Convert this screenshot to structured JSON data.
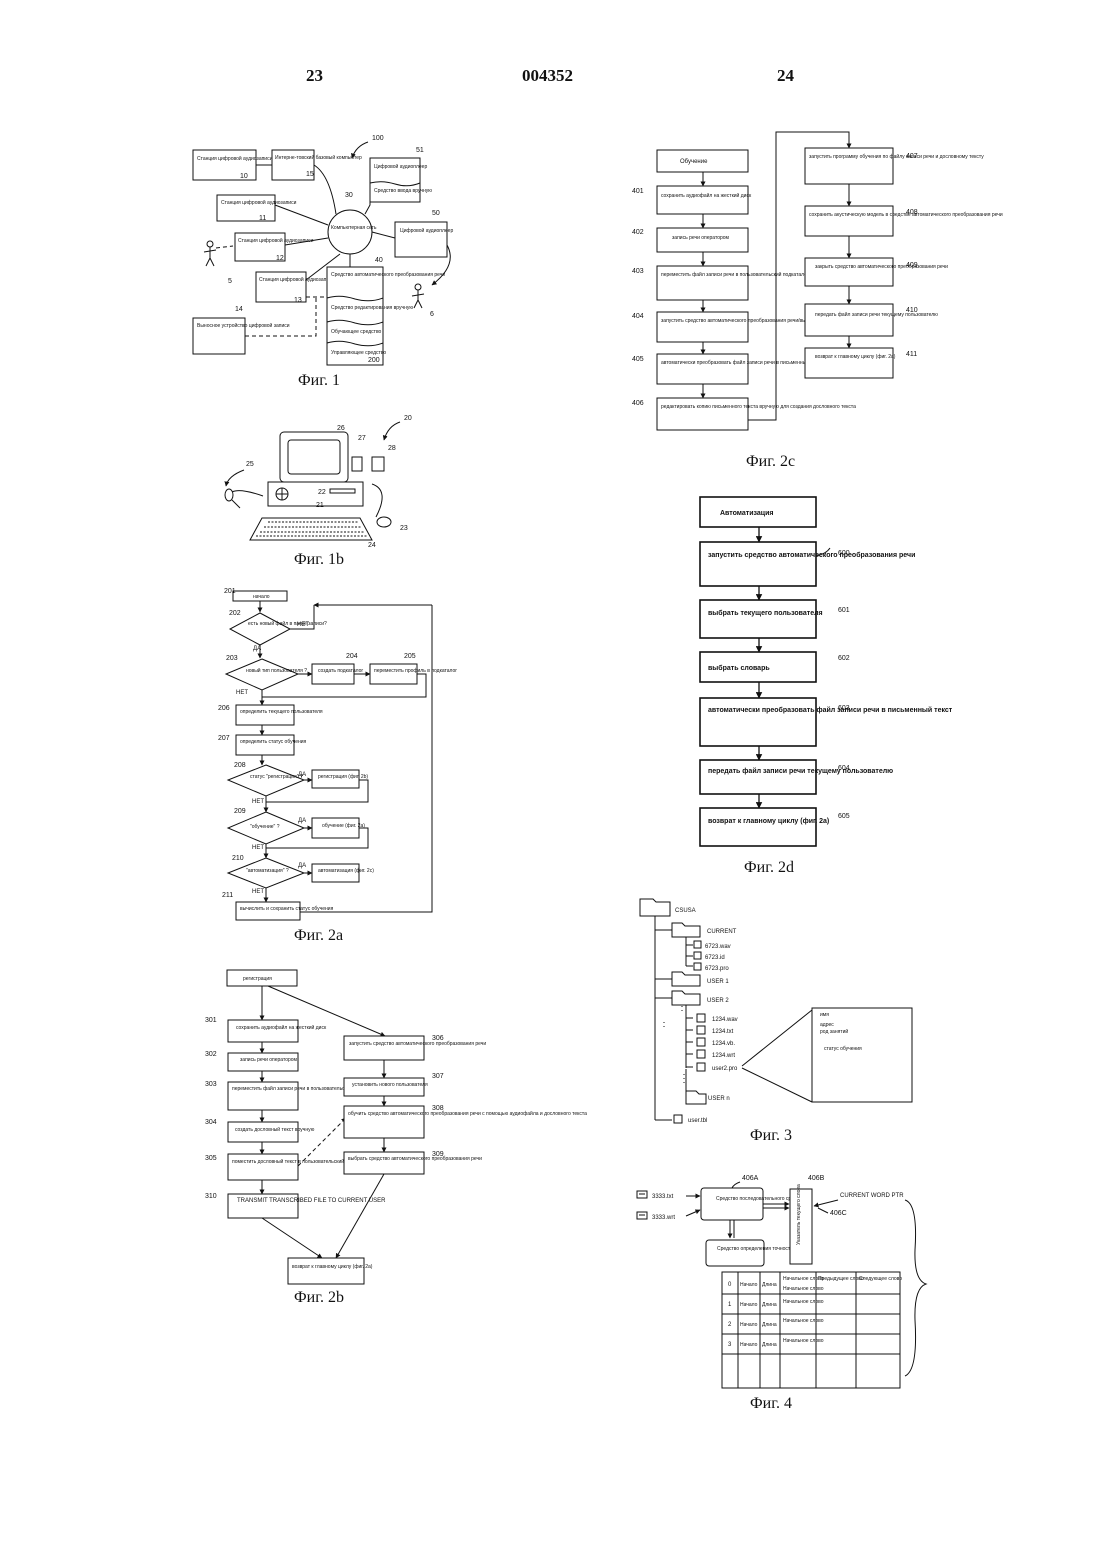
{
  "header": {
    "left_page": "23",
    "doc_number": "004352",
    "right_page": "24"
  },
  "fig1": {
    "caption": "Фиг. 1",
    "ref_main": "100",
    "station10": "Станция цифровой аудиозаписи",
    "n10": "10",
    "internet": "Интерне-товский базовый компьютер",
    "n15": "15",
    "station11": "Станция цифровой аудиозаписи",
    "n11": "11",
    "station12": "Станция цифровой аудиозаписи",
    "n12": "12",
    "station13": "Станция цифровой аудиозаписи",
    "n13": "13",
    "network": "Компьютерная сеть",
    "n30": "30",
    "player51": "Цифровой аудиоплеер",
    "n51": "51",
    "manual_input": "Средство ввода вручную",
    "player50": "Цифровой аудиоплеер",
    "n50": "50",
    "n5": "5",
    "n6": "6",
    "n14": "14",
    "n40": "40",
    "n200": "200",
    "portable": "Выносное устройство цифровой записи",
    "asr": "Средство автоматического преобразования речи",
    "editing": "Средство редактирования вручную",
    "training": "Обучающее средство",
    "control": "Управляющее средство"
  },
  "fig1b": {
    "caption": "Фиг. 1b",
    "n20": "20",
    "n21": "21",
    "n22": "22",
    "n23": "23",
    "n24": "24",
    "n25": "25",
    "n26": "26",
    "n27": "27",
    "n28": "28"
  },
  "fig2a": {
    "caption": "Фиг. 2a",
    "start": "начало",
    "n201": "201",
    "q202": "есть новый файл в папке записи?",
    "n202": "202",
    "q203": "новый тип пользователя ?",
    "n203": "203",
    "b204": "создать подкаталог",
    "n204": "204",
    "b205": "переместить профиль в подкаталог",
    "n205": "205",
    "b206": "определить текущего пользователя",
    "n206": "206",
    "b207": "определить статус обучения",
    "n207": "207",
    "q208": "статус \"регистрация\" ?",
    "n208": "208",
    "r208": "регистрация (фиг. 2b)",
    "q209": "\"обучение\" ?",
    "n209": "209",
    "r209": "обучение (фиг. 2a)",
    "q210": "\"автоматизация\" ?",
    "n210": "210",
    "r210": "автоматизация (фиг. 2c)",
    "b211": "вычислить и сохранить статус обучения",
    "n211": "211",
    "yes": "ДА",
    "no": "НЕТ"
  },
  "fig2b": {
    "caption": "Фиг. 2b",
    "start": "регистрация",
    "b301": "сохранить аудиофайл на жесткий диск",
    "n301": "301",
    "b302": "запись речи оператором",
    "n302": "302",
    "b303": "переместить файл записи речи в пользовательский подкаталог",
    "n303": "303",
    "b304": "создать дословный текст вручную",
    "n304": "304",
    "b305": "поместить дословный текст в пользовательский подкаталог",
    "n305": "305",
    "b310": "TRANSMIT TRANSCRIBED FILE TO CURRENT USER",
    "n310": "310",
    "b306": "запустить средство автоматического преобразования речи",
    "n306": "306",
    "b307": "установить нового пользователя",
    "n307": "307",
    "b308": "обучить средство автоматического преобразования речи с помощью аудиофайла и дословного текста",
    "n308": "308",
    "b309": "выбрать средство автоматического преобразования речи",
    "n309": "309",
    "end": "возврат к главному циклу (фиг. 2a)"
  },
  "fig2c": {
    "caption": "Фиг. 2c",
    "start": "Обучение",
    "b401": "сохранить аудиофайл на жесткий диск",
    "n401": "401",
    "b402": "запись речи оператором",
    "n402": "402",
    "b403": "переместить файл записи речи в пользовательский подкаталог",
    "n403": "403",
    "b404": "запустить средство автоматического преобразования речи/выбрать пользователя",
    "n404": "404",
    "b405": "автоматически преобразовать файл записи речи в письменный текст",
    "n405": "405",
    "b406": "редактировать копию письменного текста вручную для создания дословного текста",
    "n406": "406",
    "b407": "запустить программу обучения по файлу записи речи и дословному тексту",
    "n407": "407",
    "b408": "сохранить акустическую модель в средстве автоматического преобразования речи",
    "n408": "408",
    "b409": "закрыть средство автоматического преобразования речи",
    "n409": "409",
    "b410": "передать файл записи речи текущему пользователю",
    "n410": "410",
    "b411": "возврат к главному циклу (фиг. 2a)",
    "n411": "411"
  },
  "fig2d": {
    "caption": "Фиг. 2d",
    "start": "Автоматизация",
    "b600": "запустить средство автоматического преобразования речи",
    "n600": "600",
    "b601": "выбрать текущего пользователя",
    "n601": "601",
    "b602": "выбрать словарь",
    "n602": "602",
    "b603": "автоматически преобразовать файл записи речи в письменный текст",
    "n603": "603",
    "b604": "передать файл записи речи текущему пользователю",
    "n604": "604",
    "b605": "возврат к главному циклу (фиг. 2a)",
    "n605": "605"
  },
  "fig3": {
    "caption": "Фиг. 3",
    "root": "CSUSA",
    "current": "CURRENT",
    "current_files": [
      "6723.wav",
      "6723.id",
      "6723.pro"
    ],
    "user1": "USER 1",
    "user2": "USER 2",
    "user2_files": [
      "1234.wav",
      "1234.txt",
      "1234.vb.",
      "1234.wrt",
      "user2.pro"
    ],
    "usern": "USER n",
    "usertbl": "user.tbl",
    "profile": [
      "имя",
      "адрес",
      "род занятий",
      "статус обучения"
    ]
  },
  "fig4": {
    "caption": "Фиг. 4",
    "file_txt": "3333.txt",
    "file_wrt": "3333.wrt",
    "seq_compare": "Средство последовательного сравнения",
    "n406a": "406A",
    "pointer": "Указатель текущего слова",
    "n406b": "406B",
    "ptr_label": "CURRENT WORD PTR",
    "n406c": "406C",
    "accuracy": "Средство определения точности",
    "headers": [
      "",
      "",
      "",
      "Начальное слово",
      "Предыдущее слово",
      "Следующее слово"
    ],
    "rows": [
      [
        "0",
        "Начало",
        "Длина",
        "Начальное слово"
      ],
      [
        "1",
        "Начало",
        "Длина",
        "Начальное слово"
      ],
      [
        "2",
        "Начало",
        "Длина",
        "Начальное слово"
      ],
      [
        "3",
        "Начало",
        "Длина",
        "Начальное слово"
      ]
    ]
  }
}
